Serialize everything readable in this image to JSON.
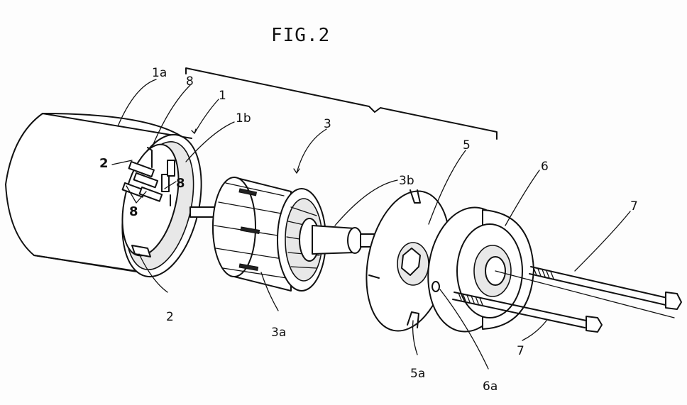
{
  "figure": {
    "title": "FIG.2",
    "labels": {
      "l1a": "1a",
      "l8top": "8",
      "l1": "1",
      "l1b": "1b",
      "l3": "3",
      "l2left": "2",
      "l8right": "8",
      "l8lower": "8",
      "l3b": "3b",
      "l5": "5",
      "l6": "6",
      "l7top": "7",
      "l2bottom": "2",
      "l3a": "3a",
      "l5a": "5a",
      "l6a": "6a",
      "l7bottom": "7"
    }
  }
}
